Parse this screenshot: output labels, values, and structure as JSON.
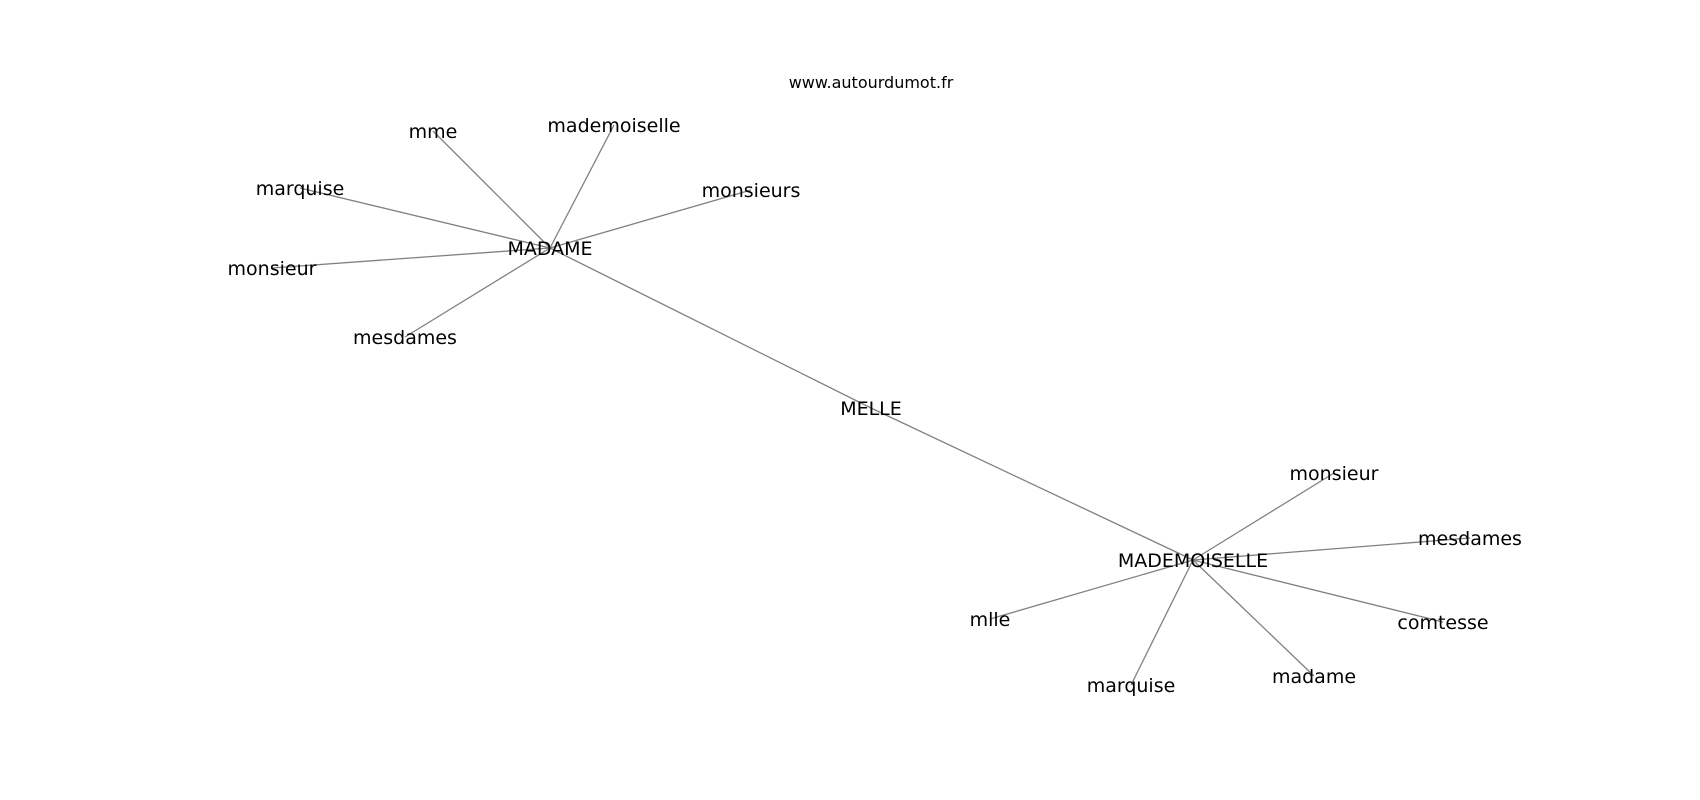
{
  "source": "www.autourdumot.fr",
  "center": "MELLE",
  "hubs": [
    {
      "label": "MADAME",
      "neighbors": [
        "mme",
        "mademoiselle",
        "monsieurs",
        "marquise",
        "monsieur",
        "mesdames"
      ]
    },
    {
      "label": "MADEMOISELLE",
      "neighbors": [
        "monsieur",
        "mesdames",
        "comtesse",
        "madame",
        "marquise",
        "mlle"
      ]
    }
  ],
  "edges": [
    [
      "MELLE",
      "MADAME"
    ],
    [
      "MELLE",
      "MADEMOISELLE"
    ]
  ],
  "colors": {
    "edge": "#808080",
    "text": "#000000",
    "background": "#ffffff"
  }
}
